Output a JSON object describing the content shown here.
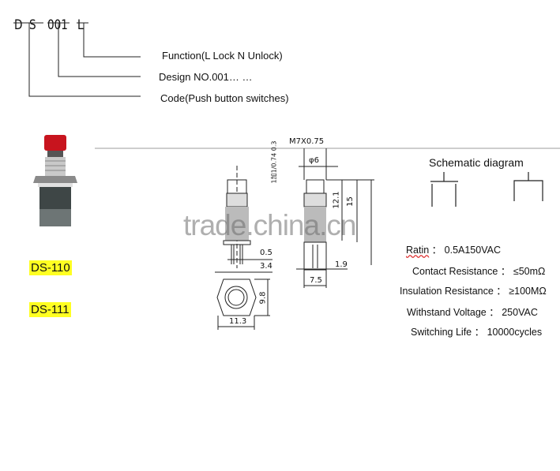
{
  "code": {
    "letters": [
      "D",
      "S",
      "001",
      "L"
    ]
  },
  "legend": {
    "function": "Function(L Lock    N    Unlock)",
    "design": "Design NO.001… …",
    "code": "Code(Push button switches)"
  },
  "models": [
    "DS-110",
    "DS-111"
  ],
  "watermark": "trade.china.cn",
  "dimensions": {
    "thread": "M7X0.75",
    "diameter": "φ6",
    "side_note": "1加1/0.74 0.3",
    "h1": "12.1",
    "h2": "15",
    "pin": "0.5",
    "pin_spacing": "3.4",
    "hex_height": "9.8",
    "hex_width": "11.3",
    "terminal": "1.9",
    "body_width": "7.5"
  },
  "schematic": {
    "title": "Schematic diagram"
  },
  "specs": [
    {
      "label": "Ratin",
      "value": "0.5A150VAC"
    },
    {
      "label": "Contact Resistance",
      "value": "≤50mΩ"
    },
    {
      "label": "Insulation Resistance",
      "value": "≥100MΩ"
    },
    {
      "label": "Withstand Voltage",
      "value": "250VAC"
    },
    {
      "label": "Switching Life",
      "value": "10000cycles"
    }
  ],
  "colors": {
    "highlight": "#ffff22",
    "button_cap": "#c8141e",
    "rule": "#b0b0b0"
  }
}
